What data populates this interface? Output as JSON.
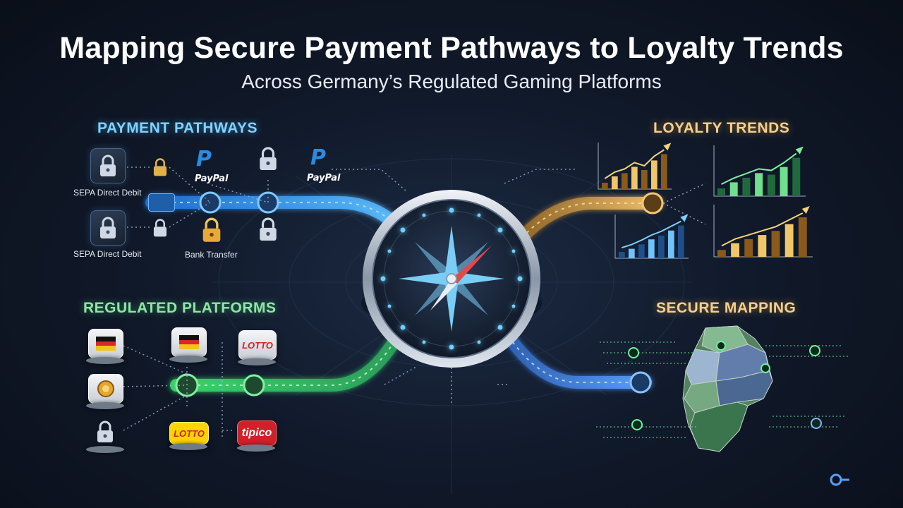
{
  "header": {
    "title": "Mapping Secure Payment Pathways to Loyalty Trends",
    "subtitle": "Across Germany’s Regulated Gaming Platforms"
  },
  "sections": {
    "payment": "PAYMENT PATHWAYS",
    "loyalty": "LOYALTY TRENDS",
    "regulated": "REGULATED PLATFORMS",
    "secure": "SECURE MAPPING"
  },
  "payment_methods": [
    {
      "label": "SEPA Direct Debit",
      "icon": "lock-icon"
    },
    {
      "label": "SEPA Direct Debit",
      "icon": "lock-icon"
    },
    {
      "label": "Bank Transfer",
      "icon": "lock-icon"
    },
    {
      "label": "PayPal",
      "icon": "paypal-icon"
    },
    {
      "label": "PayPal",
      "icon": "paypal-icon"
    }
  ],
  "platforms": [
    {
      "label": "LOTTO",
      "icon": "lotto-logo"
    },
    {
      "label": "LOTTO",
      "icon": "lotto-logo"
    },
    {
      "label": "tipico",
      "icon": "tipico-logo"
    }
  ],
  "colors": {
    "payment_path": "#3aa0ff",
    "loyalty_path": "#d9a24a",
    "platform_path": "#4fd67a",
    "secure_path": "#4a86e0",
    "compass_needle": "#e24a4a"
  },
  "chart_data": [
    {
      "type": "bar",
      "values": [
        1,
        2,
        2.5,
        3.5,
        3,
        4.5,
        5.5
      ],
      "trend": "up"
    },
    {
      "type": "bar",
      "values": [
        1,
        1.8,
        2.4,
        3,
        2.8,
        3.8,
        5
      ],
      "trend": "up"
    },
    {
      "type": "bar",
      "values": [
        1,
        1.5,
        2.2,
        3,
        3.6,
        4.4,
        5.2
      ],
      "trend": "up"
    },
    {
      "type": "bar",
      "values": [
        1,
        2,
        2.6,
        3.2,
        3.8,
        4.8,
        5.8
      ],
      "trend": "up"
    }
  ]
}
